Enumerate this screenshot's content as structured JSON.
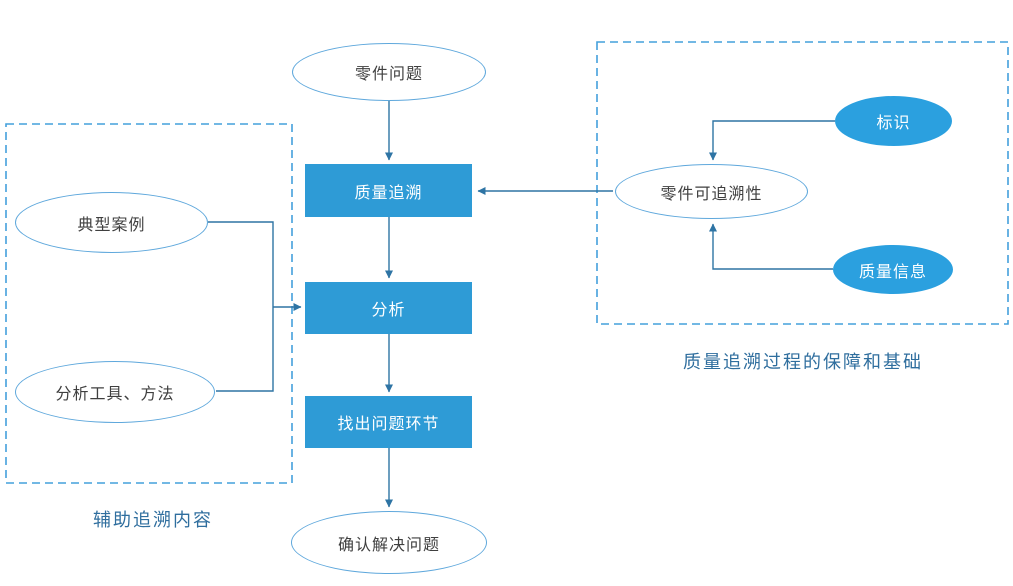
{
  "diagram": {
    "title_hint": "quality-traceability-flowchart",
    "center_flow": {
      "start": "零件问题",
      "quality_trace": "质量追溯",
      "analysis": "分析",
      "find_problem": "找出问题环节",
      "confirm": "确认解决问题"
    },
    "left_group": {
      "typical_case": "典型案例",
      "analysis_tools": "分析工具、方法",
      "caption": "辅助追溯内容"
    },
    "right_group": {
      "traceability": "零件可追溯性",
      "identification": "标识",
      "quality_info": "质量信息",
      "caption": "质量追溯过程的保障和基础"
    },
    "colors": {
      "process_rect_fill": "#2E9BD6",
      "solid_ellipse_fill": "#2BA0DF",
      "white_ellipse_stroke": "#5FA8DC",
      "connector_line": "#2E74A4",
      "dashed_group_border": "#44A0DC",
      "caption_text": "#2F6E9E",
      "dark_text": "#3F3F3F",
      "background": "#FFFFFF"
    }
  }
}
